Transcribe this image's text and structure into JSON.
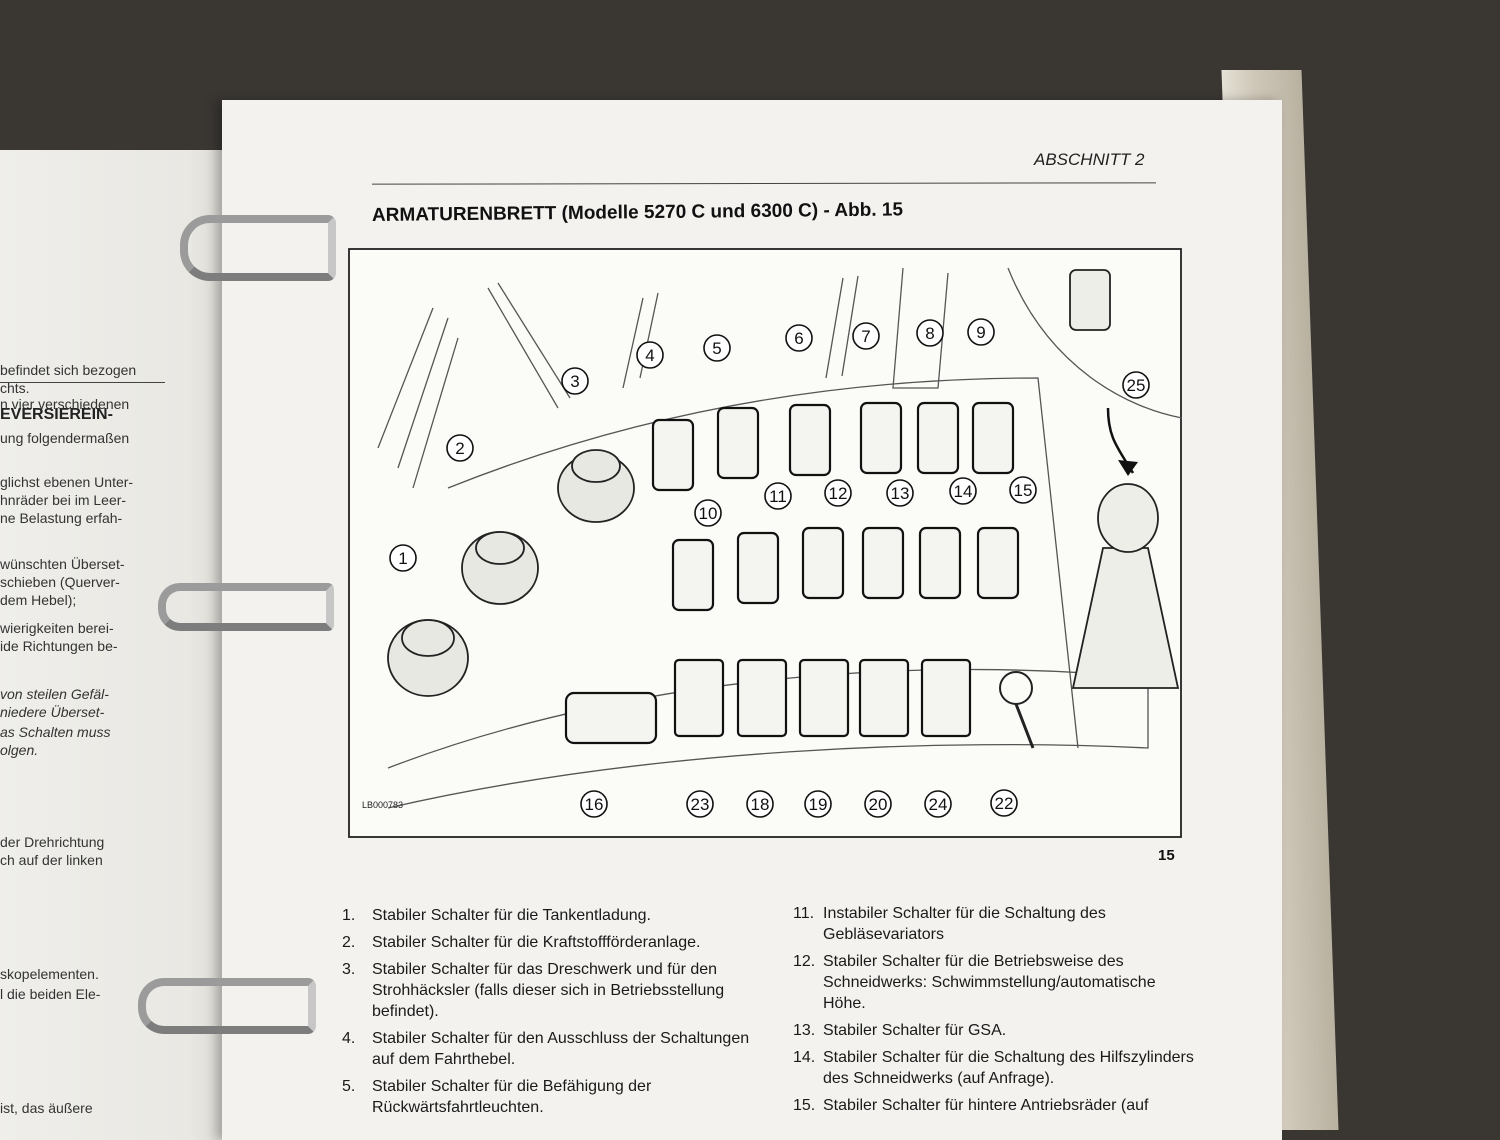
{
  "left_page": {
    "heading": "EVERSIEREIN-",
    "lines": [
      {
        "text": "befindet sich bezogen",
        "italic": false
      },
      {
        "text": "chts.",
        "italic": false
      },
      {
        "text": "n vier verschiedenen",
        "italic": false
      },
      {
        "text": "ung folgendermaßen",
        "italic": false
      },
      {
        "text": "glichst ebenen Unter-",
        "italic": false
      },
      {
        "text": "hnräder bei im Leer-",
        "italic": false
      },
      {
        "text": "ne Belastung erfah-",
        "italic": false
      },
      {
        "text": "wünschten Überset-",
        "italic": false
      },
      {
        "text": "schieben (Querver-",
        "italic": false
      },
      {
        "text": "dem Hebel);",
        "italic": false
      },
      {
        "text": "wierigkeiten berei-",
        "italic": false
      },
      {
        "text": "ide Richtungen be-",
        "italic": false
      },
      {
        "text": "von steilen Gefäl-",
        "italic": true
      },
      {
        "text": "niedere Überset-",
        "italic": true
      },
      {
        "text": "as Schalten muss",
        "italic": true
      },
      {
        "text": "olgen.",
        "italic": true
      },
      {
        "text": "der Drehrichtung",
        "italic": false
      },
      {
        "text": "ch auf der linken",
        "italic": false
      },
      {
        "text": "skopelementen.",
        "italic": false
      },
      {
        "text": "l die beiden Ele-",
        "italic": false
      },
      {
        "text": "ist, das äußere",
        "italic": false
      }
    ]
  },
  "header": {
    "section": "ABSCHNITT 2",
    "title": "ARMATURENBRETT (Modelle 5270 C und 6300 C) - Abb. 15"
  },
  "figure": {
    "code": "LB000783",
    "number": "15",
    "callouts": [
      "1",
      "2",
      "3",
      "4",
      "5",
      "6",
      "7",
      "8",
      "9",
      "10",
      "11",
      "12",
      "13",
      "14",
      "15",
      "16",
      "23",
      "18",
      "19",
      "20",
      "24",
      "22",
      "25"
    ]
  },
  "items_left": [
    {
      "num": "1.",
      "text": "Stabiler Schalter für die Tankentladung."
    },
    {
      "num": "2.",
      "text": "Stabiler Schalter für die Kraftstoffförderanlage."
    },
    {
      "num": "3.",
      "text": "Stabiler Schalter für das Dreschwerk und für den Strohhäcksler (falls dieser sich in Betriebsstellung befindet)."
    },
    {
      "num": "4.",
      "text": "Stabiler Schalter für den Ausschluss der Schaltungen auf dem Fahrthebel."
    },
    {
      "num": "5.",
      "text": "Stabiler Schalter für die Befähigung der Rückwärtsfahrtleuchten."
    }
  ],
  "items_right": [
    {
      "num": "11.",
      "text": "Instabiler Schalter für die Schaltung des Gebläsevariators"
    },
    {
      "num": "12.",
      "text": "Stabiler Schalter für die Betriebsweise des Schneidwerks: Schwimmstellung/automatische Höhe."
    },
    {
      "num": "13.",
      "text": "Stabiler Schalter für GSA."
    },
    {
      "num": "14.",
      "text": "Stabiler Schalter für die Schaltung des Hilfszylinders des Schneidwerks (auf Anfrage)."
    },
    {
      "num": "15.",
      "text": "Stabiler Schalter für hintere Antriebsräder (auf"
    }
  ]
}
